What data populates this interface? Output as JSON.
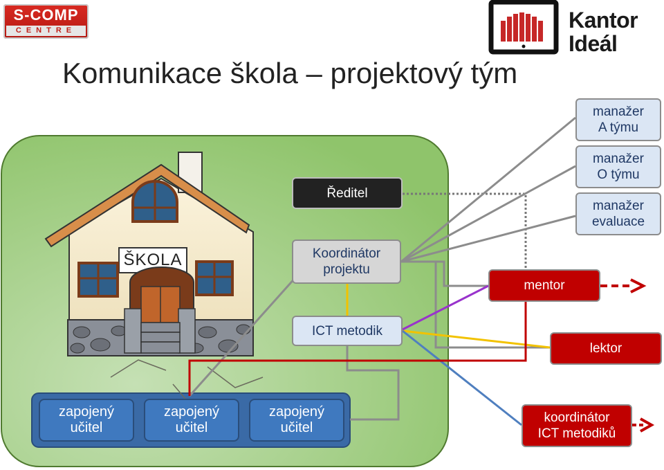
{
  "title": "Komunikace škola – projektový tým",
  "logos": {
    "scomp_top": "S-COMP",
    "scomp_bottom": "CENTRE",
    "kantor_line1": "Kantor",
    "kantor_line2": "Ideál"
  },
  "school_sign": "ŠKOLA",
  "nodes": {
    "reditel": "Ředitel",
    "koordinator": "Koordinátor\nprojektu",
    "ict_metodik": "ICT metodik",
    "manazer_a": "manažer\nA týmu",
    "manazer_o": "manažer\nO týmu",
    "manazer_evaluace": "manažer\nevaluace",
    "mentor": "mentor",
    "lektor": "lektor",
    "koordinator_ict": "koordinátor\nICT metodiků"
  },
  "teachers": [
    "zapojený\nučitel",
    "zapojený\nučitel",
    "zapojený\nučitel"
  ],
  "colors": {
    "school_area": "#a8d08d",
    "teachers_group": "#2e5c94",
    "red": "#c00000",
    "line_gray": "#8c8c8c",
    "line_yellow": "#f2c200",
    "line_purple": "#9933cc",
    "line_blue": "#4f7fbf"
  }
}
